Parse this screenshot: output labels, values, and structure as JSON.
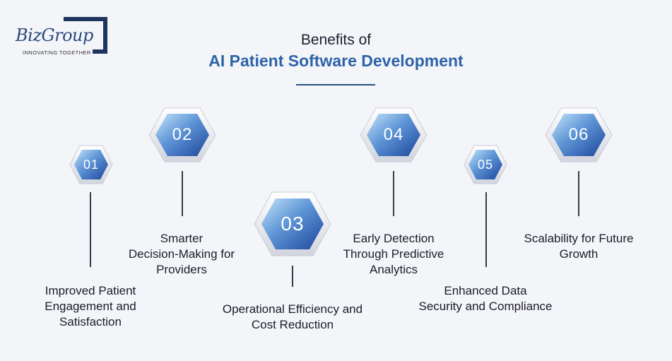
{
  "logo": {
    "brand": "BizGroup",
    "tagline": "INNOVATING TOGETHER"
  },
  "heading": {
    "line1": "Benefits of",
    "line2": "AI Patient Software Development"
  },
  "colors": {
    "accent": "#2d63a8",
    "hex_light": "#b9dcf7",
    "hex_dark": "#1f4e9e",
    "dark_navy": "#1e3560"
  },
  "steps": [
    {
      "num": "01",
      "lines": [
        "Improved Patient",
        "Engagement and",
        "Satisfaction"
      ]
    },
    {
      "num": "02",
      "lines": [
        "Smarter",
        "Decision-Making for",
        "Providers"
      ]
    },
    {
      "num": "03",
      "lines": [
        "Operational Efficiency and",
        "Cost Reduction"
      ]
    },
    {
      "num": "04",
      "lines": [
        "Early Detection",
        "Through Predictive",
        "Analytics"
      ]
    },
    {
      "num": "05",
      "lines": [
        "Enhanced Data",
        "Security and Compliance"
      ]
    },
    {
      "num": "06",
      "lines": [
        "Scalability for Future",
        "Growth"
      ]
    }
  ]
}
